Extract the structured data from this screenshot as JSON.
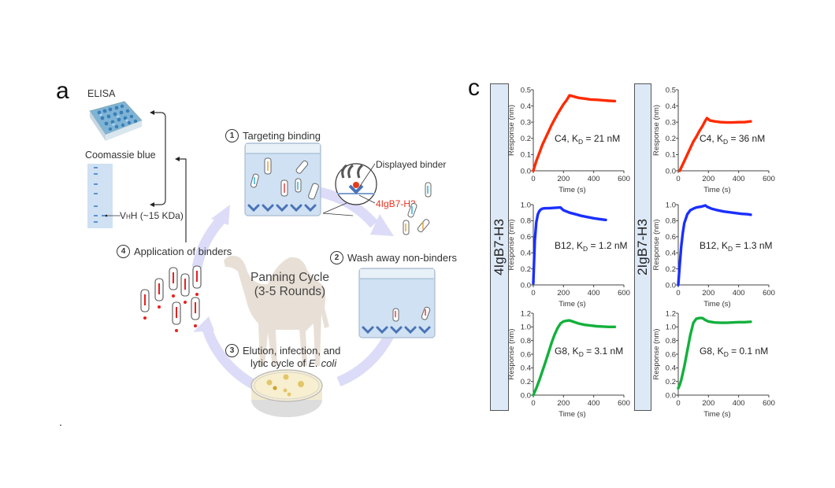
{
  "figure": {
    "panel_a": {
      "letter": "a",
      "elisa_label": "ELISA",
      "coomassie_label": "Coomassie blue",
      "vhh_label_main": "V",
      "vhh_label_sub": "H",
      "vhh_label_rest": "H (~15 KDa)",
      "steps": [
        {
          "num": "1",
          "label": "Targeting binding"
        },
        {
          "num": "2",
          "label": "Wash away non-binders"
        },
        {
          "num": "3",
          "label_line1": "Elution, infection, and",
          "label_line2_prefix": "lytic cycle of ",
          "label_line2_italic": "E. coli"
        },
        {
          "num": "4",
          "label": "Application of binders"
        }
      ],
      "cycle_title": "Panning Cycle",
      "cycle_subtitle": "(3-5 Rounds)",
      "displayed_binder_label": "Displayed binder",
      "target_label": "4IgB7-H3",
      "target_color": "#e8321e"
    },
    "panel_c": {
      "letter": "c",
      "strip_labels": [
        "4IgB7-H3",
        "2IgB7-H3"
      ],
      "stray_mark": "."
    }
  },
  "chart_data": [
    {
      "type": "line",
      "group": "4IgB7-H3",
      "clone": "C4",
      "annotation": {
        "name": "C4",
        "kd_symbol": "K",
        "kd_sub": "D",
        "kd_value": " = 21 nM"
      },
      "xlabel": "Time (s)",
      "ylabel": "Response (nm)",
      "xlim": [
        0,
        600
      ],
      "ylim": [
        0,
        0.5
      ],
      "xticks": [
        "0",
        "200",
        "400",
        "600"
      ],
      "yticks": [
        "0.0",
        "0.1",
        "0.2",
        "0.3",
        "0.4",
        "0.5"
      ],
      "color": "#ff2a00",
      "x": [
        0,
        20,
        40,
        60,
        80,
        100,
        120,
        140,
        160,
        180,
        200,
        220,
        240,
        260,
        300,
        340,
        380,
        420,
        460,
        500,
        540
      ],
      "y": [
        0.0,
        0.06,
        0.11,
        0.16,
        0.2,
        0.24,
        0.28,
        0.315,
        0.35,
        0.38,
        0.41,
        0.435,
        0.465,
        0.46,
        0.45,
        0.445,
        0.44,
        0.438,
        0.435,
        0.432,
        0.43
      ]
    },
    {
      "type": "line",
      "group": "4IgB7-H3",
      "clone": "B12",
      "annotation": {
        "name": "B12",
        "kd_symbol": "K",
        "kd_sub": "D",
        "kd_value": " = 1.2 nM"
      },
      "xlabel": "Time (s)",
      "ylabel": "Response (nm)",
      "xlim": [
        0,
        600
      ],
      "ylim": [
        0,
        1.0
      ],
      "xticks": [
        "0",
        "200",
        "400",
        "600"
      ],
      "yticks": [
        "0.0",
        "0.2",
        "0.4",
        "0.6",
        "0.8",
        "1.0"
      ],
      "color": "#1a2fff",
      "x": [
        0,
        5,
        10,
        20,
        30,
        40,
        50,
        60,
        80,
        100,
        140,
        180,
        200,
        240,
        280,
        320,
        360,
        400,
        440,
        480
      ],
      "y": [
        0.02,
        0.3,
        0.55,
        0.78,
        0.88,
        0.92,
        0.94,
        0.95,
        0.955,
        0.955,
        0.96,
        0.965,
        0.93,
        0.9,
        0.88,
        0.86,
        0.845,
        0.83,
        0.82,
        0.81
      ]
    },
    {
      "type": "line",
      "group": "4IgB7-H3",
      "clone": "G8",
      "annotation": {
        "name": "G8",
        "kd_symbol": "K",
        "kd_sub": "D",
        "kd_value": " = 3.1 nM"
      },
      "xlabel": "Time (s)",
      "ylabel": "Response (nm)",
      "xlim": [
        0,
        600
      ],
      "ylim": [
        0,
        1.2
      ],
      "xticks": [
        "0",
        "200",
        "400",
        "600"
      ],
      "yticks": [
        "0.0",
        "0.2",
        "0.4",
        "0.6",
        "0.8",
        "1.0",
        "1.2"
      ],
      "color": "#13b03c",
      "x": [
        0,
        20,
        40,
        60,
        80,
        100,
        120,
        140,
        160,
        180,
        200,
        220,
        240,
        260,
        300,
        340,
        380,
        420,
        460,
        500,
        540
      ],
      "y": [
        0.0,
        0.1,
        0.22,
        0.35,
        0.48,
        0.62,
        0.76,
        0.88,
        0.98,
        1.05,
        1.08,
        1.09,
        1.095,
        1.08,
        1.05,
        1.03,
        1.02,
        1.01,
        1.005,
        1.0,
        1.0
      ]
    },
    {
      "type": "line",
      "group": "2IgB7-H3",
      "clone": "C4",
      "annotation": {
        "name": "C4",
        "kd_symbol": "K",
        "kd_sub": "D",
        "kd_value": " = 36 nM"
      },
      "xlabel": "Time (s)",
      "ylabel": "Response (nm)",
      "xlim": [
        0,
        600
      ],
      "ylim": [
        0,
        0.5
      ],
      "xticks": [
        "0",
        "200",
        "400",
        "600"
      ],
      "yticks": [
        "0.0",
        "0.1",
        "0.2",
        "0.3",
        "0.4",
        "0.5"
      ],
      "color": "#ff2a00",
      "x": [
        10,
        20,
        40,
        60,
        80,
        100,
        120,
        140,
        160,
        180,
        190,
        210,
        240,
        280,
        320,
        360,
        400,
        440,
        480
      ],
      "y": [
        0.0,
        0.02,
        0.06,
        0.1,
        0.14,
        0.18,
        0.21,
        0.245,
        0.275,
        0.31,
        0.325,
        0.31,
        0.305,
        0.3,
        0.298,
        0.298,
        0.3,
        0.3,
        0.305
      ]
    },
    {
      "type": "line",
      "group": "2IgB7-H3",
      "clone": "B12",
      "annotation": {
        "name": "B12",
        "kd_symbol": "K",
        "kd_sub": "D",
        "kd_value": " = 1.3 nM"
      },
      "xlabel": "Time (s)",
      "ylabel": "Response (nm)",
      "xlim": [
        0,
        600
      ],
      "ylim": [
        0,
        1.0
      ],
      "xticks": [
        "0",
        "200",
        "400",
        "600"
      ],
      "yticks": [
        "0.0",
        "0.2",
        "0.4",
        "0.6",
        "0.8",
        "1.0"
      ],
      "color": "#1a2fff",
      "x": [
        0,
        10,
        20,
        30,
        40,
        60,
        80,
        100,
        120,
        150,
        180,
        190,
        220,
        260,
        300,
        340,
        380,
        420,
        460,
        480
      ],
      "y": [
        0.0,
        0.25,
        0.48,
        0.65,
        0.77,
        0.88,
        0.93,
        0.95,
        0.965,
        0.975,
        0.99,
        0.975,
        0.95,
        0.93,
        0.915,
        0.905,
        0.895,
        0.885,
        0.88,
        0.875
      ]
    },
    {
      "type": "line",
      "group": "2IgB7-H3",
      "clone": "G8",
      "annotation": {
        "name": "G8",
        "kd_symbol": "K",
        "kd_sub": "D",
        "kd_value": " = 0.1 nM"
      },
      "xlabel": "Time (s)",
      "ylabel": "Response (nm)",
      "xlim": [
        0,
        600
      ],
      "ylim": [
        0,
        1.2
      ],
      "xticks": [
        "0",
        "200",
        "400",
        "600"
      ],
      "yticks": [
        "0.0",
        "0.2",
        "0.4",
        "0.6",
        "0.8",
        "1.0",
        "1.2"
      ],
      "color": "#13b03c",
      "x": [
        0,
        10,
        20,
        40,
        60,
        80,
        100,
        120,
        140,
        160,
        180,
        200,
        240,
        280,
        320,
        360,
        400,
        440,
        480
      ],
      "y": [
        0.1,
        0.15,
        0.22,
        0.42,
        0.65,
        0.88,
        1.06,
        1.12,
        1.13,
        1.13,
        1.1,
        1.08,
        1.065,
        1.06,
        1.06,
        1.065,
        1.07,
        1.07,
        1.075
      ]
    }
  ]
}
